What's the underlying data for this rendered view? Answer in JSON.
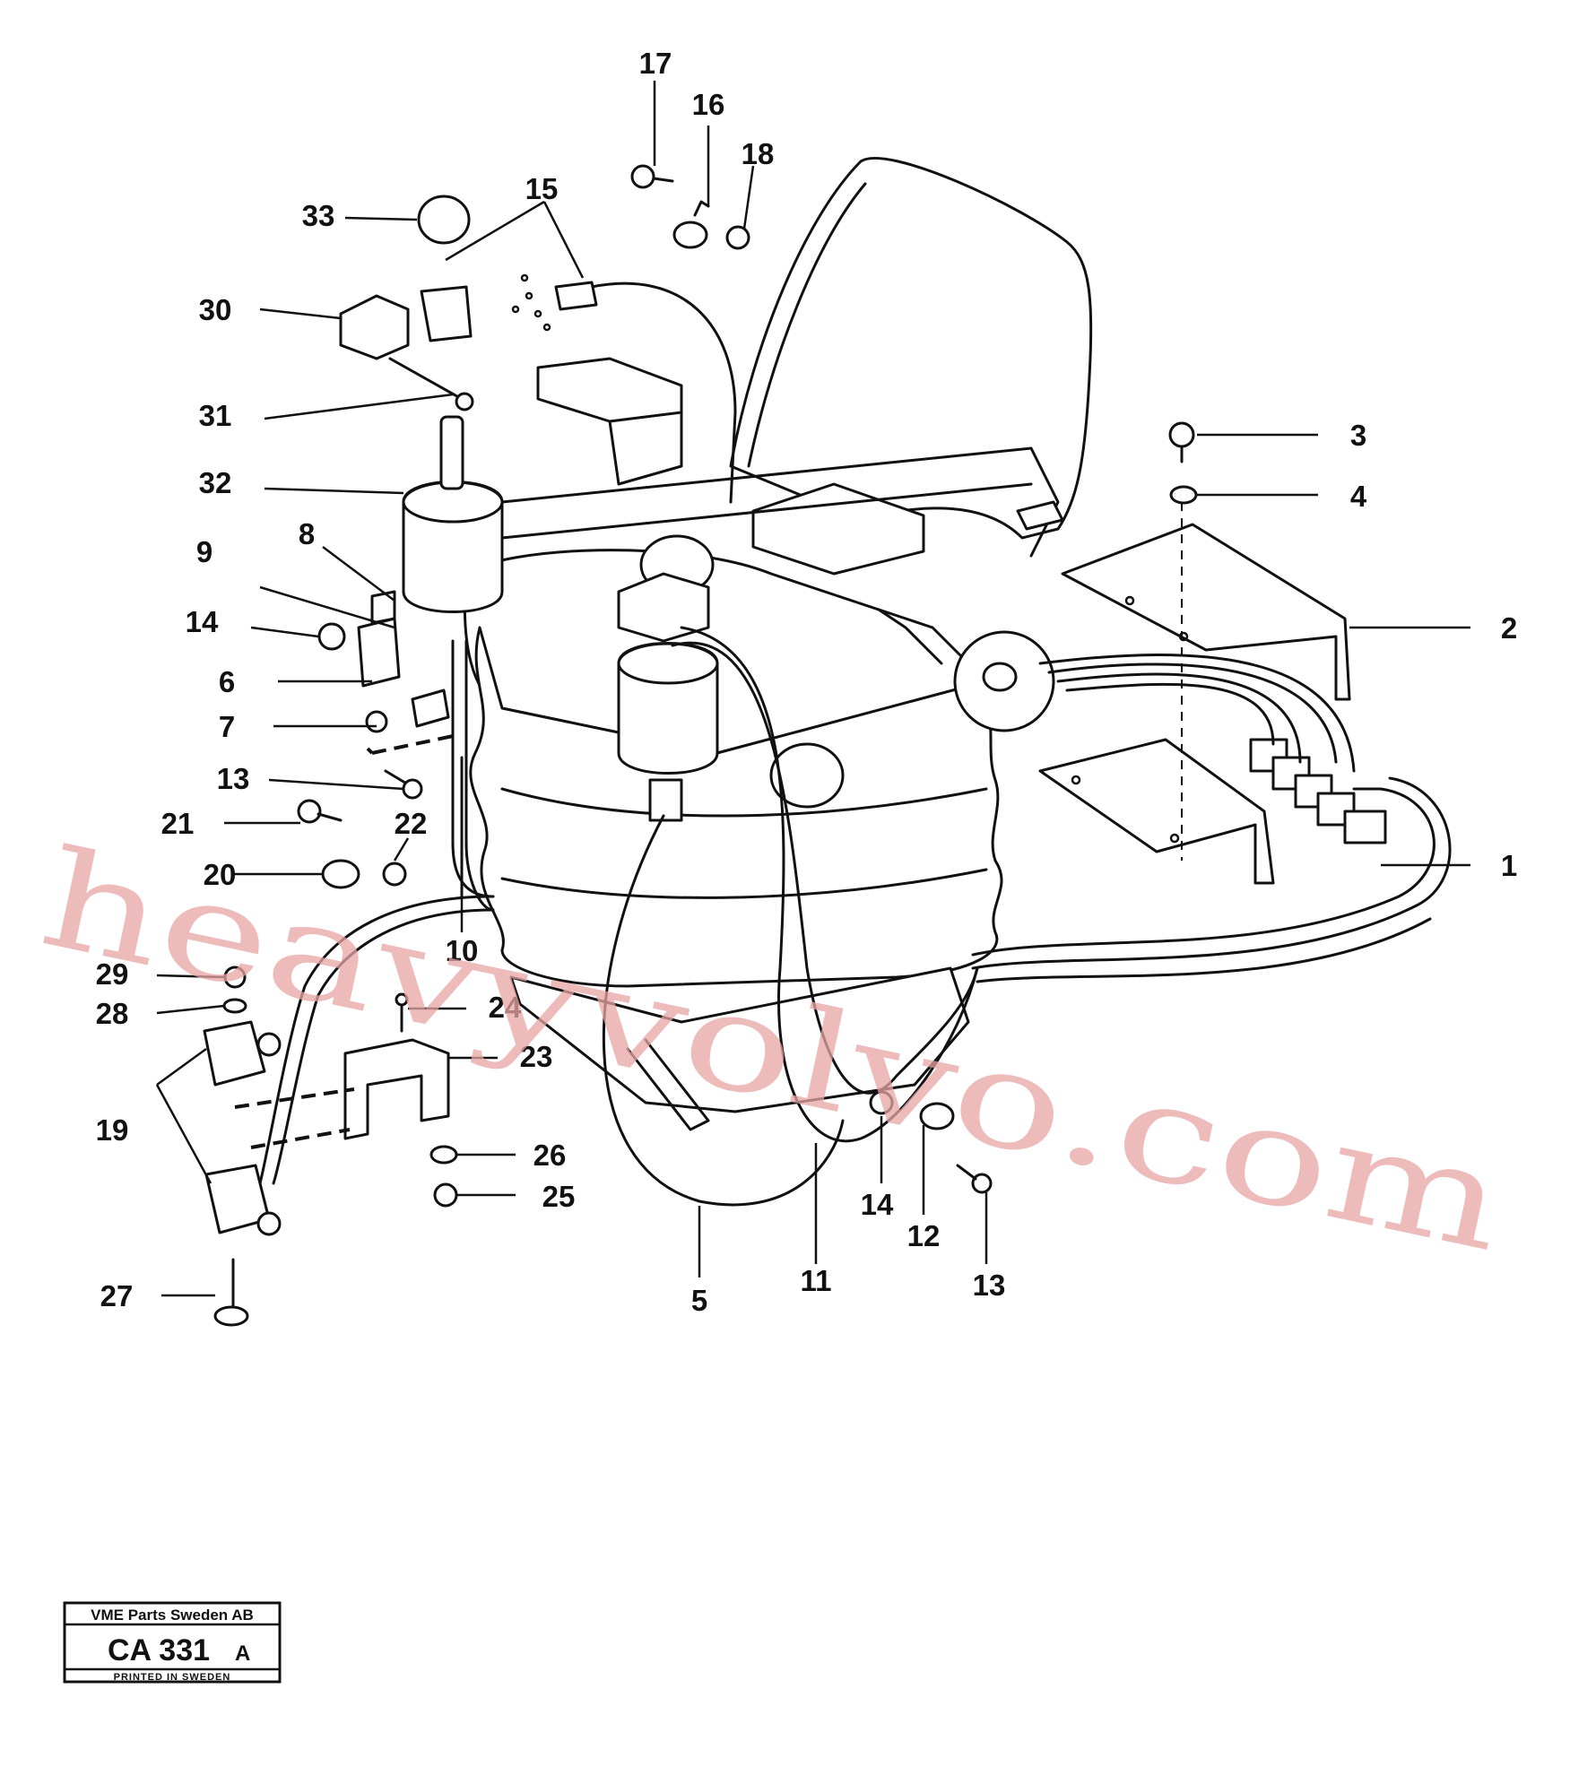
{
  "diagram": {
    "callouts": [
      "1",
      "2",
      "3",
      "4",
      "5",
      "6",
      "7",
      "8",
      "9",
      "10",
      "11",
      "12",
      "13",
      "13",
      "14",
      "14",
      "15",
      "16",
      "17",
      "18",
      "19",
      "20",
      "21",
      "22",
      "23",
      "24",
      "25",
      "26",
      "27",
      "28",
      "29",
      "30",
      "31",
      "32",
      "33"
    ]
  },
  "watermark": {
    "text": "heavyvolvo.com"
  },
  "stamp": {
    "company": "VME Parts Sweden AB",
    "code": "CA 331",
    "code_suffix": "A",
    "footer": "PRINTED IN SWEDEN"
  }
}
